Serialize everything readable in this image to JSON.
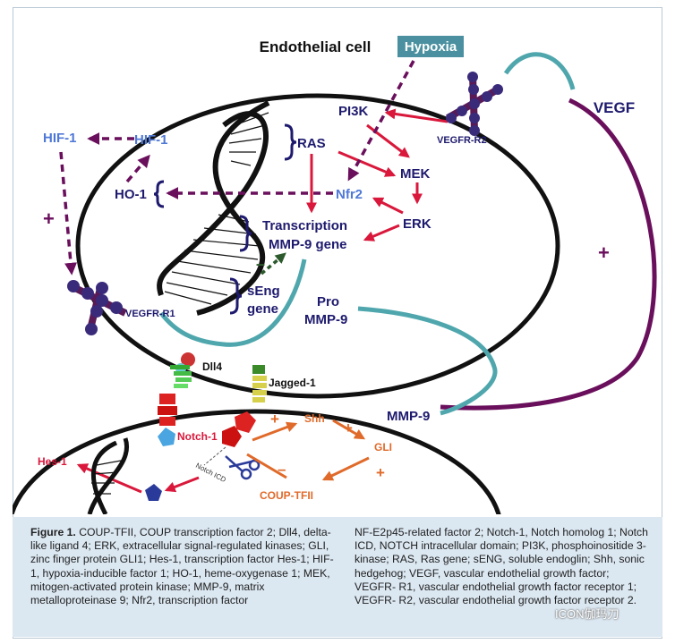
{
  "diagram": {
    "title": "Endothelial cell",
    "hypoxia": "Hypoxia",
    "vegf": "VEGF",
    "plus": "+",
    "minus": "–",
    "molecules": {
      "pi3k": "PI3K",
      "vegfr2": "VEGFR-R2",
      "ras": "RAS",
      "mek": "MEK",
      "erk": "ERK",
      "nfr2": "Nfr2",
      "ho1": "HO-1",
      "hif1_left": "HIF-1",
      "hif1_mid": "HIF-1",
      "transcription": "Transcription",
      "mmp9_gene": "MMP-9 gene",
      "seng": "sEng",
      "gene": "gene",
      "vegfr1": "VEGFR-R1",
      "pro": "Pro",
      "mmp9_pro": "MMP-9",
      "mmp9": "MMP-9",
      "dll4": "Dll4",
      "jagged1": "Jagged-1",
      "notch1": "Notch-1",
      "notch_icd": "Notch ICD",
      "hes1": "Hes-1",
      "shh": "Shh",
      "gli": "GLI",
      "coup_tfii": "COUP-TFII"
    },
    "colors": {
      "navy": "#1e1a6e",
      "red": "#d9183b",
      "purple": "#6a0f5c",
      "teal": "#4fa7ad",
      "orange": "#e06a2a",
      "blue_label": "#4f78d6",
      "green": "#2d5a2d"
    }
  },
  "caption": {
    "figure_label": "Figure 1.",
    "col1": "COUP-TFII, COUP transcription factor 2; Dll4, delta-like ligand 4; ERK, extracellular signal-regulated kinases; GLI, zinc finger protein GLI1; Hes-1, transcription factor Hes-1; HIF-1, hypoxia-inducible factor 1; HO-1, heme-oxygenase 1; MEK, mitogen-activated protein kinase; MMP-9, matrix metalloproteinase 9; Nfr2, transcription factor",
    "col2": "NF-E2p45-related factor 2; Notch-1, Notch homolog 1; Notch ICD, NOTCH intracellular domain; PI3K, phosphoinositide 3-kinase; RAS, Ras gene; sENG, soluble endoglin; Shh, sonic hedgehog; VEGF, vascular endothelial growth factor; VEGFR- R1, vascular endothelial growth factor receptor 1; VEGFR- R2, vascular endothelial growth factor receptor 2."
  },
  "watermark": "ICON伽玛刀"
}
